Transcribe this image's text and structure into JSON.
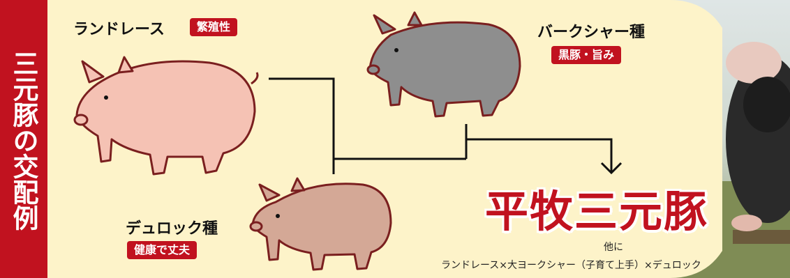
{
  "sidebar": {
    "title": "三元豚の交配例"
  },
  "breeds": [
    {
      "name": "ランドレース",
      "trait": "繁殖性",
      "color": "#f5c2b4"
    },
    {
      "name": "バークシャー種",
      "trait": "黒豚・旨み",
      "color": "#8e8e8e"
    },
    {
      "name": "デュロック種",
      "trait": "健康で丈夫",
      "color": "#d4a896"
    }
  ],
  "result": {
    "name": "平牧三元豚",
    "note_line1": "他に",
    "note_line2": "ランドレース×大ヨークシャー（子育て上手）×デュロック"
  },
  "colors": {
    "accent": "#c1121f",
    "background": "#fdf3c9"
  }
}
